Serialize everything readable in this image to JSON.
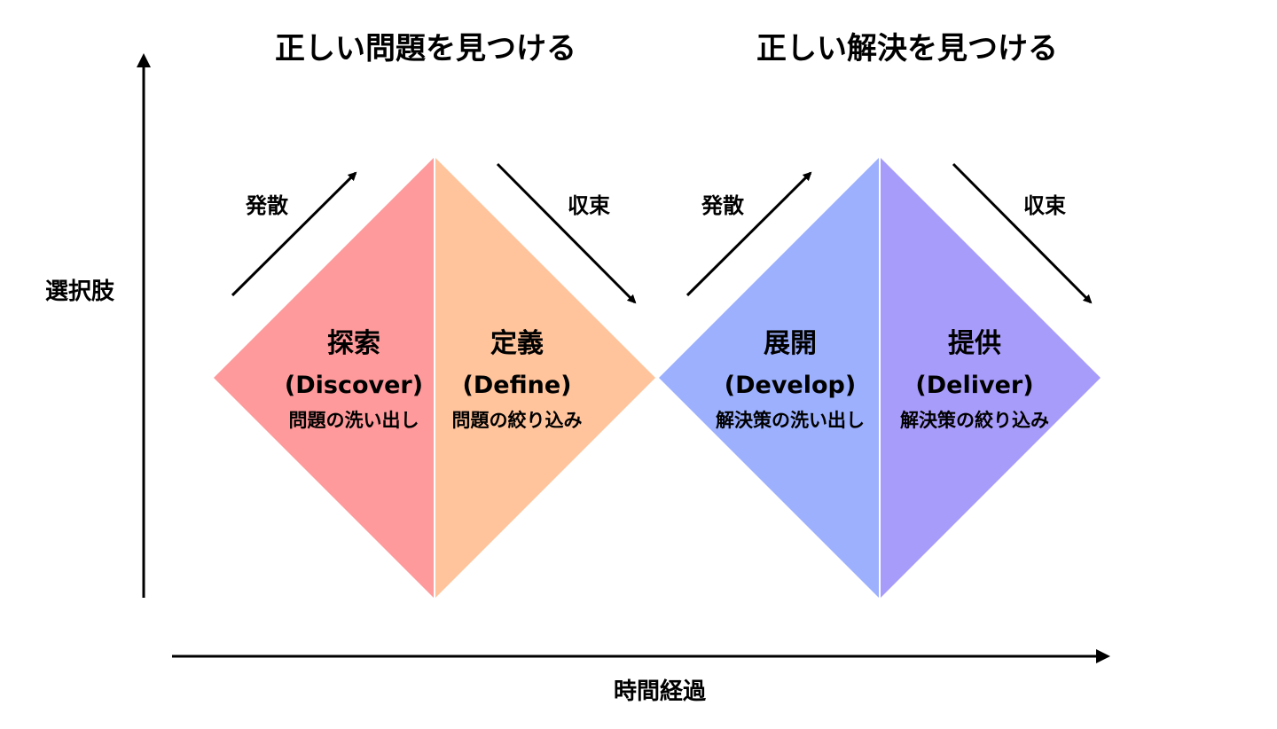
{
  "headings": {
    "problem": "正しい問題を見つける",
    "solution": "正しい解決を見つける"
  },
  "axes": {
    "y_label": "選択肢",
    "x_label": "時間経過"
  },
  "flow_labels": {
    "diverge_1": "発散",
    "converge_1": "収束",
    "diverge_2": "発散",
    "converge_2": "収束"
  },
  "phases": [
    {
      "title": "探索",
      "en": "(Discover)",
      "desc": "問題の洗い出し",
      "color": "#fe9a9b"
    },
    {
      "title": "定義",
      "en": "(Define)",
      "desc": "問題の絞り込み",
      "color": "#ffc49c"
    },
    {
      "title": "展開",
      "en": "(Develop)",
      "desc": "解決策の洗い出し",
      "color": "#9cb0fd"
    },
    {
      "title": "提供",
      "en": "(Deliver)",
      "desc": "解決策の絞り込み",
      "color": "#a89cfb"
    }
  ]
}
